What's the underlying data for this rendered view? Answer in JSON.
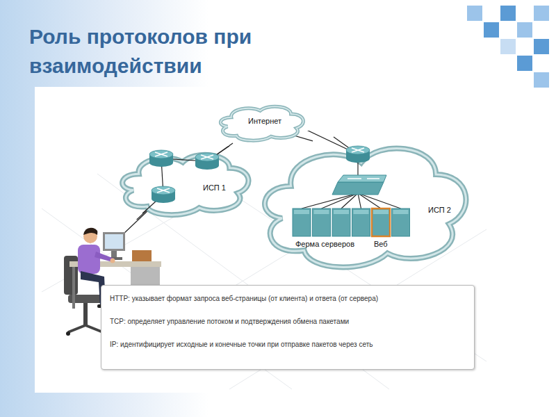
{
  "diagram": {
    "title": "Роль протоколов при взаимодействии",
    "nodes": [
      {
        "text": [
          "Интернет"
        ]
      },
      {
        "text": [
          "ИСП 1"
        ]
      },
      {
        "text": [
          "ИСП 2"
        ]
      },
      {
        "text": [
          "HTTP: указывает формат запроса веб-страницы (от клиента) и ответа (от сервера)",
          "TCP: определяет управление потоком и подтверждения обмена пакетами",
          "IP: идентифицирует исходные и конечные точки при отправке пакетов через сеть"
        ]
      }
    ],
    "edges": [
      {
        "from": 1,
        "to": 0,
        "arrow": "none"
      },
      {
        "from": 0,
        "to": 2,
        "arrow": "none"
      }
    ],
    "labels": [
      "Ферма серверов",
      "Веб"
    ]
  }
}
